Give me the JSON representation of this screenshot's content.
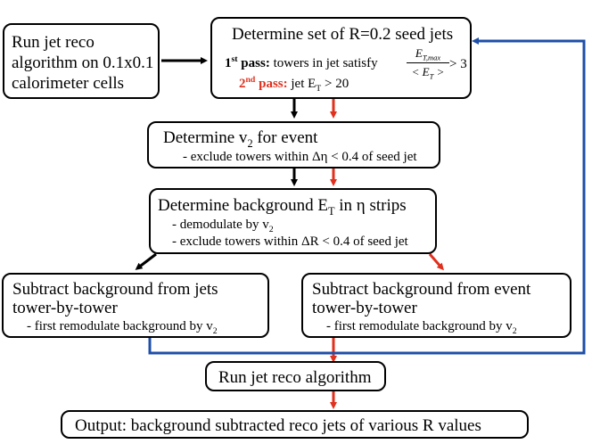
{
  "start_box": {
    "lines": [
      "Run jet reco",
      "algorithm on 0.1x0.1",
      "calorimeter cells"
    ]
  },
  "seed_box": {
    "title": "Determine set of R=0.2 seed jets",
    "pass1_label": "1",
    "pass1_sup": "st",
    "pass1_word": " pass:",
    "pass1_text": " towers in jet satisfy",
    "frac_num": "E",
    "frac_num_sub": "T,max",
    "frac_den": "< E",
    "frac_den_sub": "T",
    "frac_den_end": " >",
    "frac_cond": "> 3",
    "pass2_label": "2",
    "pass2_sup": "nd",
    "pass2_word": " pass:",
    "pass2_text": " jet E",
    "pass2_sub": "T",
    "pass2_end": " > 20"
  },
  "v2_box": {
    "title": "Determine v",
    "title_sub": "2",
    "title_end": " for event",
    "note": "- exclude towers within Δη < 0.4 of seed jet"
  },
  "bg_box": {
    "title": "Determine background E",
    "title_sub": "T",
    "title_end": " in η strips",
    "note1": "- demodulate by v",
    "note1_sub": "2",
    "note2": "- exclude towers within ΔR < 0.4 of seed jet"
  },
  "sub_jets_box": {
    "line1": "Subtract background from jets",
    "line2": "tower-by-tower",
    "note": "- first remodulate background by v",
    "note_sub": "2"
  },
  "sub_event_box": {
    "line1": "Subtract background from event",
    "line2": "tower-by-tower",
    "note": "- first remodulate background by v",
    "note_sub": "2"
  },
  "reco_box": {
    "title": "Run jet reco algorithm"
  },
  "output_box": {
    "title": "Output: background subtracted reco jets of various R values"
  },
  "colors": {
    "black_path": "#000000",
    "red_path": "#e0301e",
    "feedback": "#1f4fa8"
  }
}
